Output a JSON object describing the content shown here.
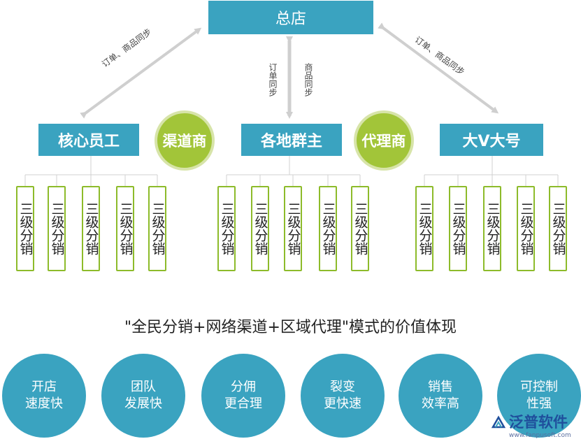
{
  "hq": {
    "label": "总店"
  },
  "sync": {
    "left": "订单、商品同步",
    "right": "订单、商品同步",
    "center_order": "订单同步",
    "center_goods": "商品同步"
  },
  "branches": [
    {
      "label": "核心员工"
    },
    {
      "label": "各地群主"
    },
    {
      "label": "大V大号"
    }
  ],
  "badges": [
    {
      "label": "渠道商"
    },
    {
      "label": "代理商"
    }
  ],
  "sub_label": "三级分销",
  "headline": "\"全民分销+网络渠道+区域代理\"模式的价值体现",
  "values": [
    {
      "line1": "开店",
      "line2": "速度快"
    },
    {
      "line1": "团队",
      "line2": "发展快"
    },
    {
      "line1": "分佣",
      "line2": "更合理"
    },
    {
      "line1": "裂变",
      "line2": "更快速"
    },
    {
      "line1": "销售",
      "line2": "效率高"
    },
    {
      "line1": "可控制",
      "line2": "性强"
    }
  ],
  "watermark": {
    "main": "泛普软件",
    "sub": "www.fanpusoft.com"
  },
  "colors": {
    "teal": "#3aa3c0",
    "green": "#a2c539",
    "sub_border": "#8dbb2a",
    "arrow": "#cfcfcf"
  }
}
